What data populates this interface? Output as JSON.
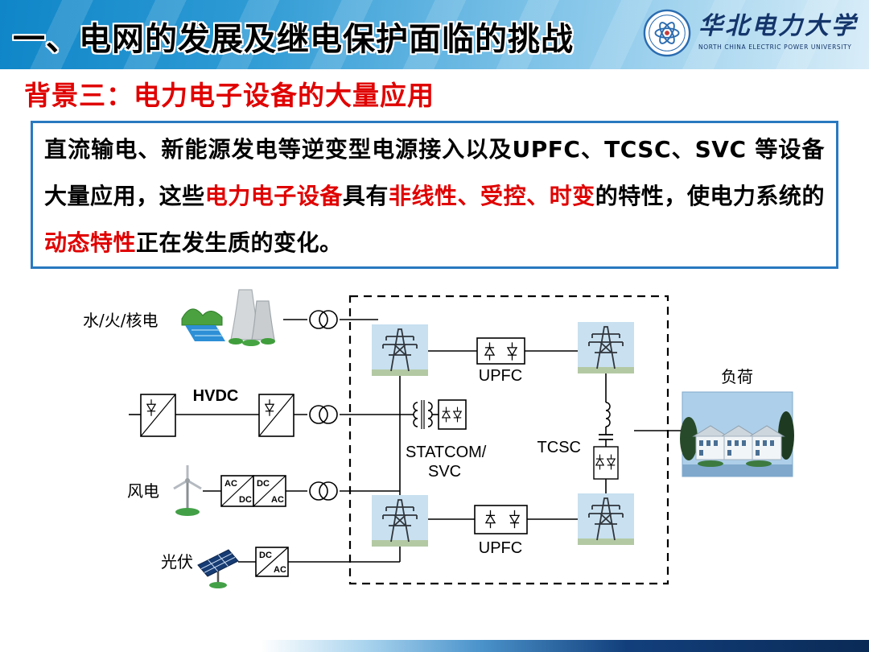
{
  "colors": {
    "accent_red": "#e00000",
    "infobox_border_blue": "#2979c0",
    "header_blue": "#0f86c8",
    "footer_navy": "#0a2a55",
    "logo_navy": "#14356b"
  },
  "header": {
    "title": "一、电网的发展及继电保护面临的挑战",
    "logo_cn": "华北电力大学",
    "logo_en": "NORTH CHINA ELECTRIC POWER UNIVERSITY"
  },
  "subtitle": "背景三：电力电子设备的大量应用",
  "infobox": {
    "segments": [
      {
        "text": "直流输电、新能源发电等逆变型电源接入以及UPFC、TCSC、SVC 等设备大量应用，这些",
        "red": false
      },
      {
        "text": "电力电子设备",
        "red": true
      },
      {
        "text": "具有",
        "red": false
      },
      {
        "text": "非线性、受控、时变",
        "red": true
      },
      {
        "text": "的特性，使电力系统的",
        "red": false
      },
      {
        "text": "动态特性",
        "red": true
      },
      {
        "text": "正在发生质的变化。",
        "red": false
      }
    ]
  },
  "diagram": {
    "hydro_label": "水/火/核电",
    "hvdc_label": "HVDC",
    "wind_label": "风电",
    "pv_label": "光伏",
    "upfc_top_label": "UPFC",
    "upfc_bottom_label": "UPFC",
    "statcom_label_line1": "STATCOM/",
    "statcom_label_line2": "SVC",
    "tcsc_label": "TCSC",
    "load_label": "负荷",
    "wind_conv1_tl": "AC",
    "wind_conv1_br": "DC",
    "wind_conv2_tl": "DC",
    "wind_conv2_br": "AC",
    "pv_conv_tl": "DC",
    "pv_conv_br": "AC"
  }
}
